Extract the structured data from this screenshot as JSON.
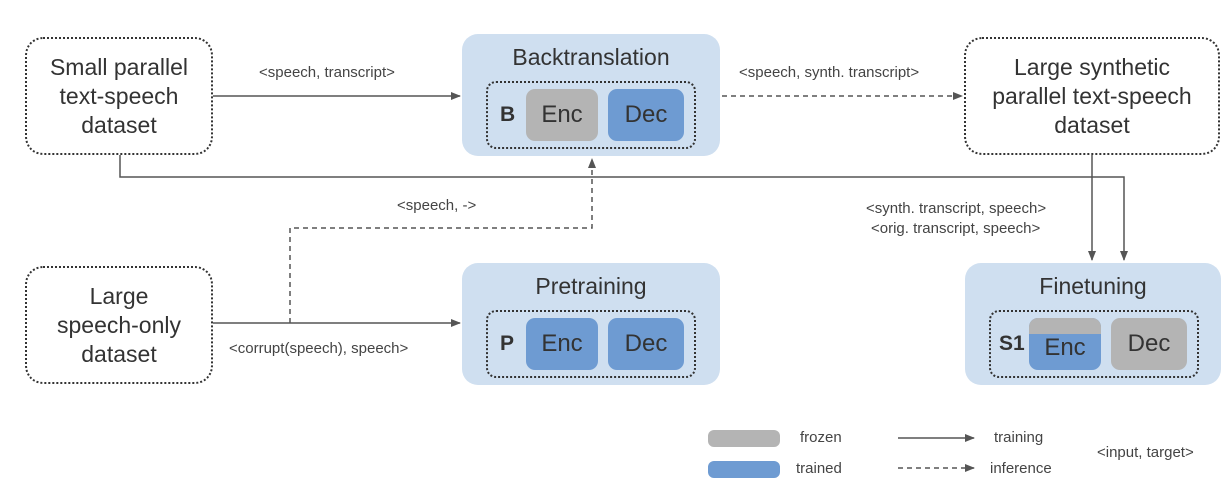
{
  "datasets": {
    "small_parallel": "Small parallel\ntext-speech\ndataset",
    "large_synthetic": "Large synthetic\nparallel text-speech\ndataset",
    "large_speech_only": "Large\nspeech-only\ndataset"
  },
  "panels": {
    "backtranslation": {
      "title": "Backtranslation",
      "tag": "B",
      "enc": "Enc",
      "dec": "Dec"
    },
    "pretraining": {
      "title": "Pretraining",
      "tag": "P",
      "enc": "Enc",
      "dec": "Dec"
    },
    "finetuning": {
      "title": "Finetuning",
      "tag": "S1",
      "enc": "Enc",
      "dec": "Dec"
    }
  },
  "edge_labels": {
    "speech_transcript": "<speech, transcript>",
    "speech_synth_transcript": "<speech, synth. transcript>",
    "speech_dash": "<speech, ->",
    "synth_transcript_speech": "<synth. transcript, speech>",
    "orig_transcript_speech": "<orig. transcript, speech>",
    "corrupt_speech": "<corrupt(speech), speech>"
  },
  "legend": {
    "frozen": "frozen",
    "trained": "trained",
    "training": "training",
    "inference": "inference",
    "input_target": "<input, target>"
  },
  "colors": {
    "panel": "#cfdff0",
    "trained": "#6e9bd2",
    "frozen": "#b4b4b4"
  }
}
